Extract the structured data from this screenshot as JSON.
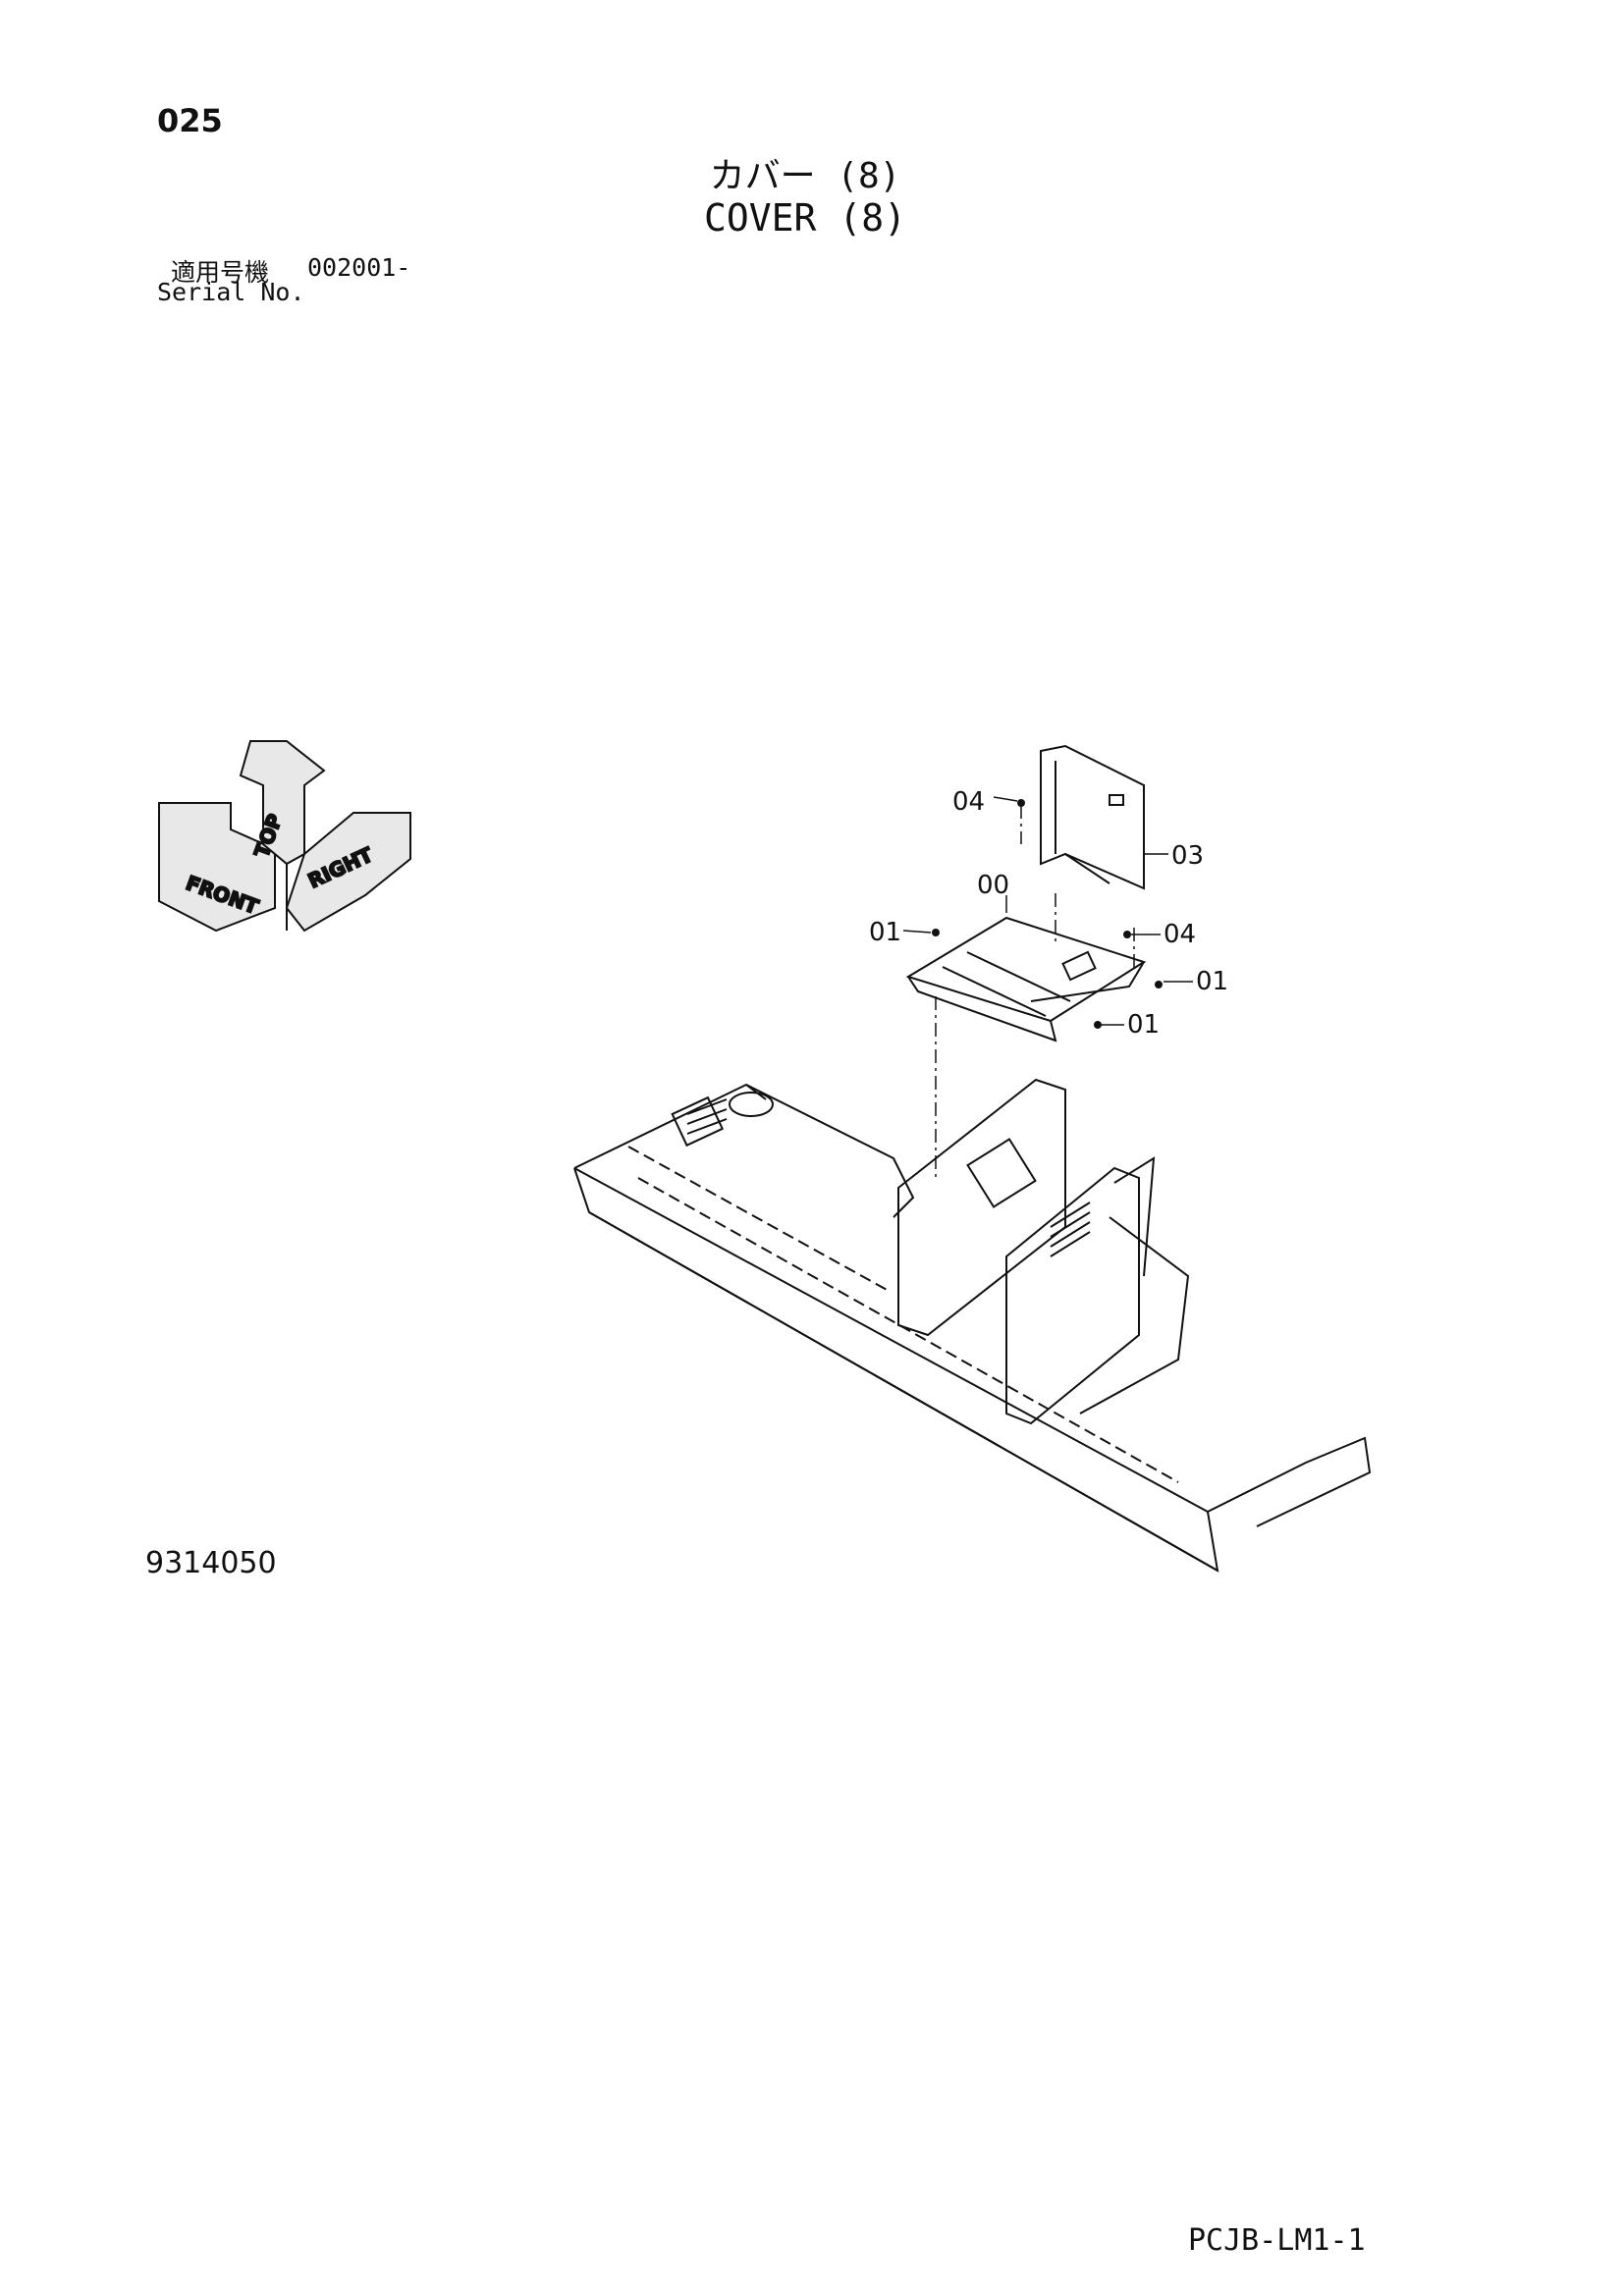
{
  "header": {
    "page_number": "025",
    "title_ja": "カバー (8)",
    "title_en": "COVER (8)"
  },
  "serial": {
    "label_ja": "適用号機",
    "value": "002001-",
    "label_en": "Serial No."
  },
  "orientation": {
    "front": "FRONT",
    "right": "RIGHT",
    "top": "TOP"
  },
  "callouts": {
    "c00": "00",
    "c01a": "01",
    "c01b": "01",
    "c01c": "01",
    "c03": "03",
    "c04a": "04",
    "c04b": "04"
  },
  "footer": {
    "figure_number": "9314050",
    "doc_code": "PCJB-LM1-1"
  }
}
